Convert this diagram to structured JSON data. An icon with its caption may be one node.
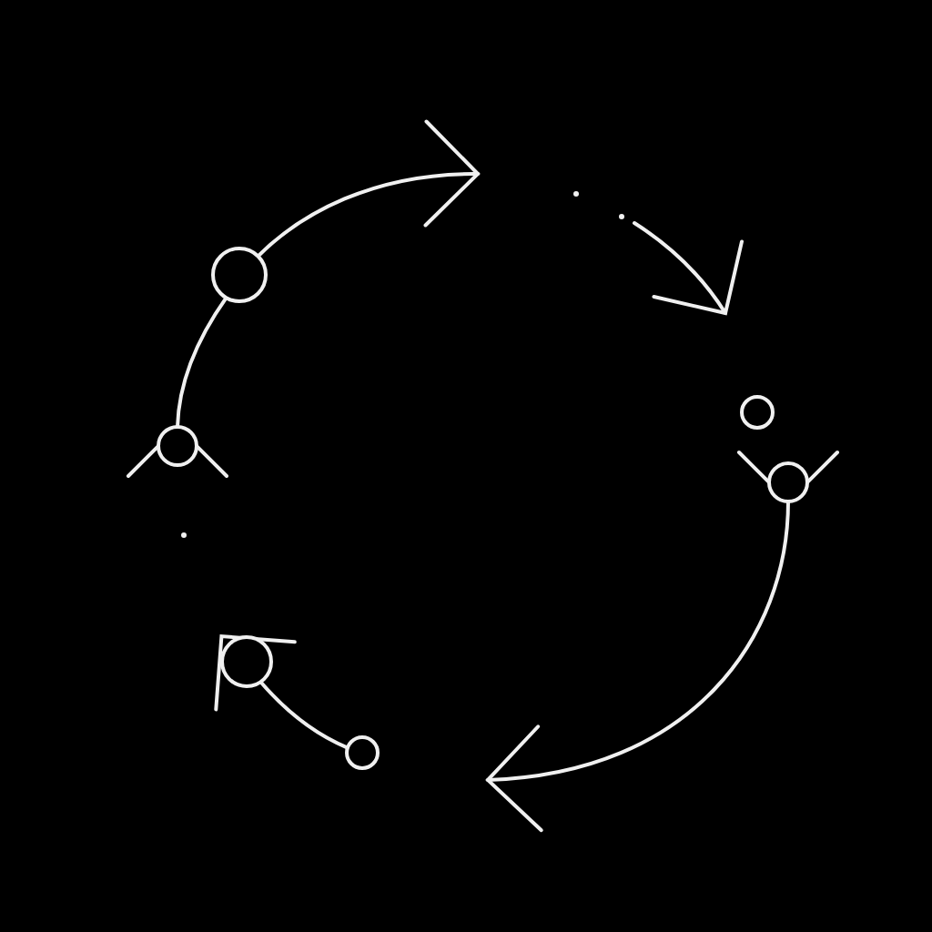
{
  "diagram": {
    "nodes": [
      {
        "text": [],
        "shape": "circle"
      },
      {
        "text": [],
        "shape": "circle"
      },
      {
        "text": [],
        "shape": "circle"
      },
      {
        "text": [],
        "shape": "circle"
      },
      {
        "text": [],
        "shape": "circle"
      },
      {
        "text": [],
        "shape": "circle"
      }
    ],
    "edges": [
      {
        "from": 2,
        "to": 0,
        "arrow": "none"
      },
      {
        "from": 0,
        "to": null,
        "arrow": "to"
      },
      {
        "from": 3,
        "to": null,
        "arrow": "to"
      },
      {
        "from": 5,
        "to": 4,
        "arrow": "to"
      }
    ]
  }
}
